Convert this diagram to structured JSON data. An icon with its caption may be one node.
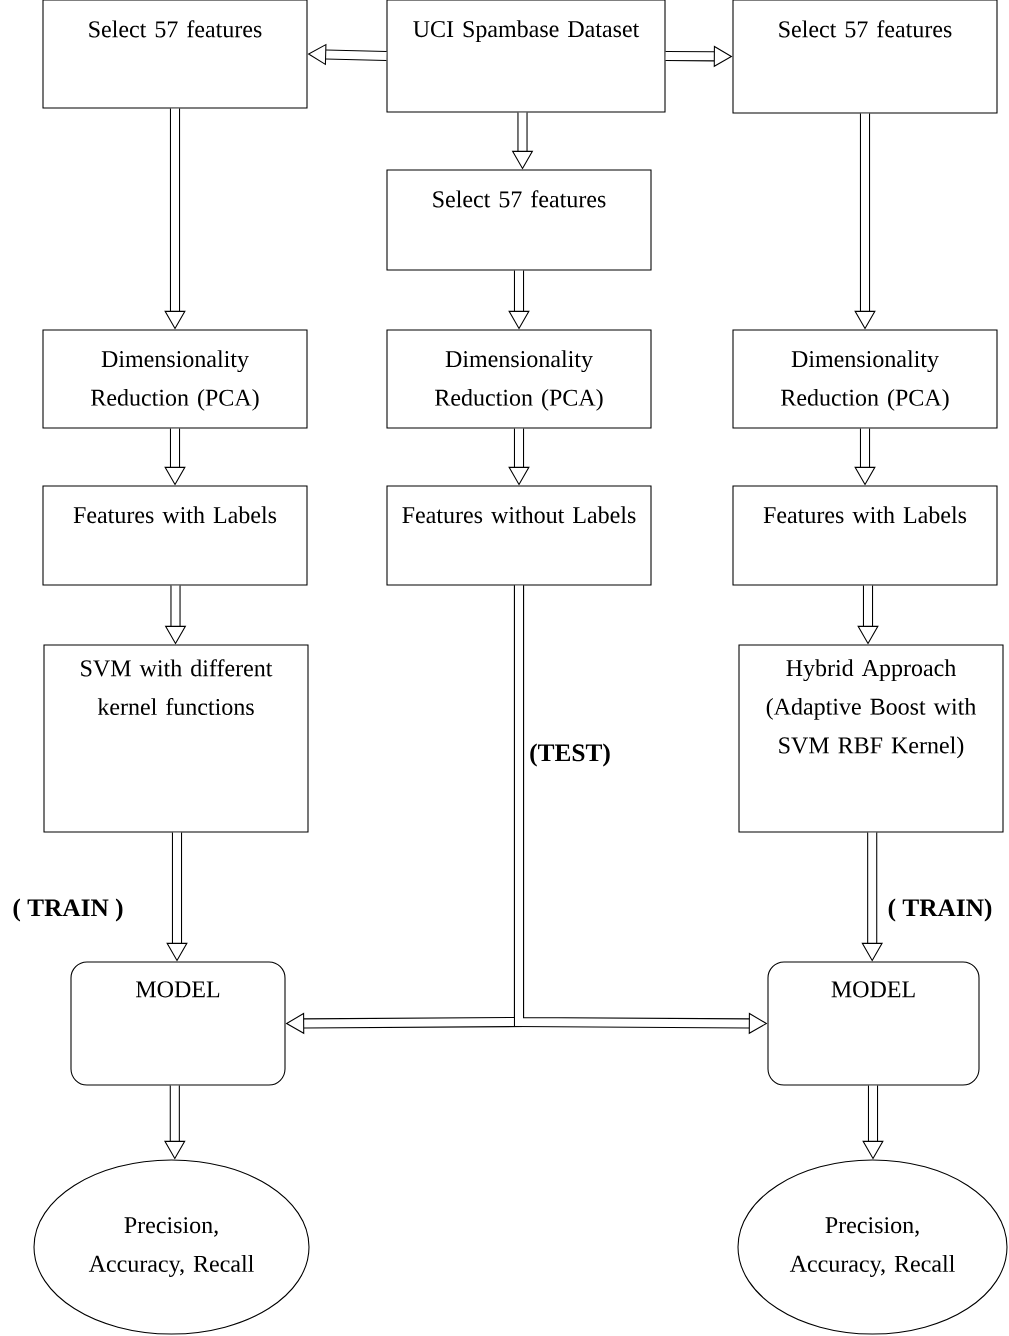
{
  "diagram": {
    "nodes": [
      {
        "text": [
          "UCI Spambase Dataset"
        ]
      },
      {
        "text": [
          "Select 57 features"
        ]
      },
      {
        "text": [
          "Select 57 features"
        ]
      },
      {
        "text": [
          "Select 57 features"
        ]
      },
      {
        "text": [
          "Dimensionality Reduction (PCA)"
        ]
      },
      {
        "text": [
          "Dimensionality Reduction (PCA)"
        ]
      },
      {
        "text": [
          "Dimensionality Reduction (PCA)"
        ]
      },
      {
        "text": [
          "Features with Labels"
        ]
      },
      {
        "text": [
          "Features without Labels"
        ]
      },
      {
        "text": [
          "Features with Labels"
        ]
      },
      {
        "text": [
          "SVM with different kernel functions"
        ]
      },
      {
        "text": [
          "Hybrid Approach (Adaptive Boost with SVM RBF Kernel)"
        ]
      },
      {
        "text": [
          "MODEL"
        ]
      },
      {
        "text": [
          "MODEL"
        ]
      },
      {
        "text": [
          "Precision, Accuracy, Recall"
        ]
      },
      {
        "text": [
          "Precision, Accuracy, Recall"
        ]
      }
    ],
    "edges": [
      {
        "from": 0,
        "to": 1,
        "arrow": "to"
      },
      {
        "from": 0,
        "to": 2,
        "arrow": "to"
      },
      {
        "from": 0,
        "to": 3,
        "arrow": "to"
      },
      {
        "from": 1,
        "to": 4,
        "arrow": "to"
      },
      {
        "from": 3,
        "to": 5,
        "arrow": "to"
      },
      {
        "from": 2,
        "to": 6,
        "arrow": "to"
      },
      {
        "from": 4,
        "to": 7,
        "arrow": "to"
      },
      {
        "from": 5,
        "to": 8,
        "arrow": "to"
      },
      {
        "from": 6,
        "to": 9,
        "arrow": "to"
      },
      {
        "from": 7,
        "to": 10,
        "arrow": "to"
      },
      {
        "from": 9,
        "to": 11,
        "arrow": "to"
      },
      {
        "from": 10,
        "to": 12,
        "arrow": "to",
        "label": "( TRAIN )"
      },
      {
        "from": 11,
        "to": 13,
        "arrow": "to",
        "label": "( TRAIN)"
      },
      {
        "from": 8,
        "to": 12,
        "arrow": "to"
      },
      {
        "from": 8,
        "to": 13,
        "arrow": "to",
        "label": "(**TEST**)"
      },
      {
        "from": 12,
        "to": 14,
        "arrow": "to"
      },
      {
        "from": 13,
        "to": 15,
        "arrow": "to"
      }
    ]
  }
}
